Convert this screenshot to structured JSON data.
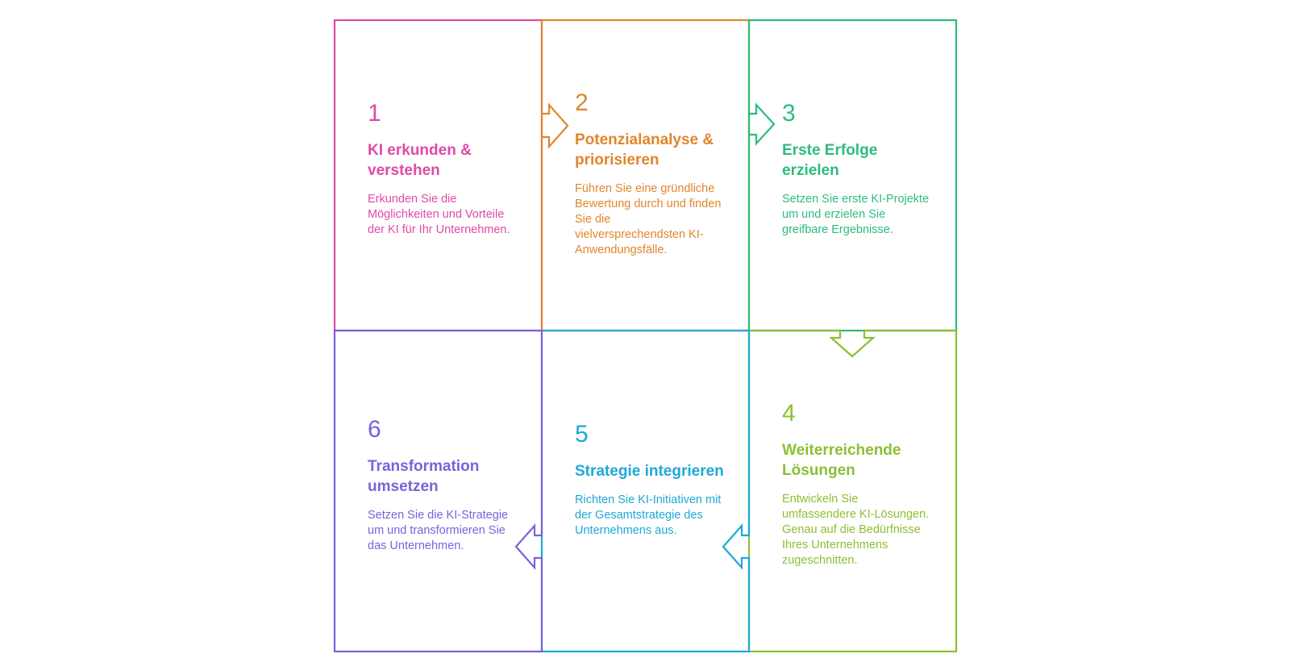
{
  "colors": {
    "step1": "#e04aa6",
    "step2": "#e0862c",
    "step3": "#2dbd7c",
    "step4": "#8cbf34",
    "step5": "#1fa8d8",
    "step6": "#7a62dc"
  },
  "steps": [
    {
      "number": "1",
      "title": "KI erkunden & verstehen",
      "description": "Erkunden Sie die Möglichkeiten und Vorteile der KI für Ihr Unternehmen."
    },
    {
      "number": "2",
      "title": "Potenzialanalyse & priorisieren",
      "description": "Führen Sie eine gründliche Bewertung durch und finden Sie die vielversprechendsten KI-Anwendungsfälle."
    },
    {
      "number": "3",
      "title": "Erste Erfolge erzielen",
      "description": "Setzen Sie erste KI-Projekte um und erzielen Sie greifbare Ergebnisse."
    },
    {
      "number": "4",
      "title": "Weiterreichende Lösungen",
      "description": "Entwickeln Sie umfassendere KI-Lösungen. Genau auf die Bedürfnisse Ihres Unternehmens zugeschnitten."
    },
    {
      "number": "5",
      "title": "Strategie integrieren",
      "description": "Richten Sie KI-Initiativen mit der Gesamtstrategie des Unternehmens aus."
    },
    {
      "number": "6",
      "title": "Transformation umsetzen",
      "description": "Setzen Sie die KI-Strategie um und transformieren Sie das Unternehmen."
    }
  ]
}
